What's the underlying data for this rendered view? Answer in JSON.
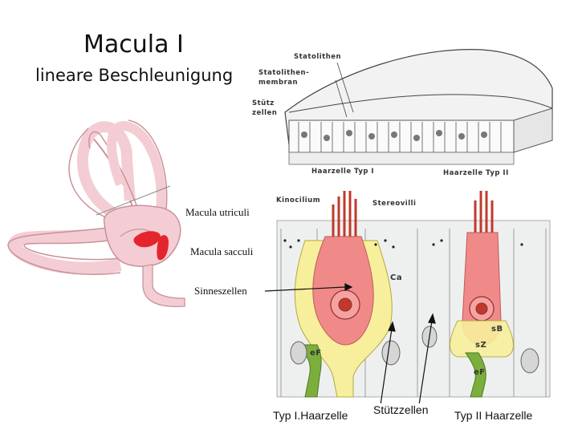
{
  "slide": {
    "title": "Macula I",
    "subtitle": "lineare Beschleunigung"
  },
  "labels": {
    "utriculi": "Macula utriculi",
    "sacculi": "Macula sacculi",
    "sinneszellen": "Sinneszellen",
    "typ1": "Typ I.Haarzelle",
    "stuetz": "Stützzellen",
    "typ2": "Typ II Haarzelle"
  },
  "figure_labels": {
    "statolithen": "Statolithen",
    "membran1": "Statolithen-",
    "membran2": "membran",
    "stuetz1": "Stütz",
    "stuetz2": "zellen",
    "hz1": "Haarzelle Typ I",
    "hz2": "Haarzelle Typ II",
    "kinocilium": "Kinocilium",
    "stereovilli": "Stereovilli",
    "ca": "Ca",
    "sb": "sB",
    "sz": "sZ",
    "ef1": "eF",
    "ef2": "eF"
  },
  "colors": {
    "ear": "#f3cdd3",
    "ear_stroke": "#c9929b",
    "macula": "#e4252d",
    "cell": "#f08a89",
    "support": "#f7ef9c",
    "nerve": "#7cae3e"
  }
}
